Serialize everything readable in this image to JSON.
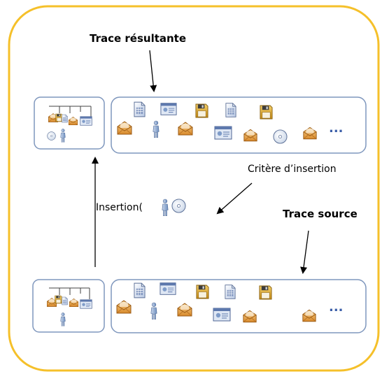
{
  "labels": {
    "resulting_trace": "Trace résultante",
    "insertion_criterion": "Critère d’insertion",
    "insertion": "Insertion(",
    "source_trace": "Trace source",
    "ellipsis": "..."
  },
  "colors": {
    "frame_border": "#f5c02a",
    "box_border": "#7f97bd",
    "envelope": "#e8a94a",
    "disk": "#e9b949",
    "document": "#9db2d6",
    "person": "#8aa6cf"
  },
  "icons": {
    "resulting_trace_row_top": [
      "envelope-icon",
      "document-icon",
      "person-icon",
      "slide-icon",
      "envelope-icon",
      "disk-icon",
      "document-icon",
      "disk-icon"
    ],
    "resulting_trace_row_bottom": [
      "slide-icon",
      "envelope-icon",
      "cd-icon",
      "envelope-icon"
    ],
    "source_trace_row_top": [
      "envelope-icon",
      "document-icon",
      "person-icon",
      "slide-icon",
      "envelope-icon",
      "disk-icon",
      "document-icon",
      "disk-icon"
    ],
    "source_trace_row_bottom": [
      "slide-icon",
      "envelope-icon",
      "envelope-icon",
      "envelope-icon"
    ]
  }
}
